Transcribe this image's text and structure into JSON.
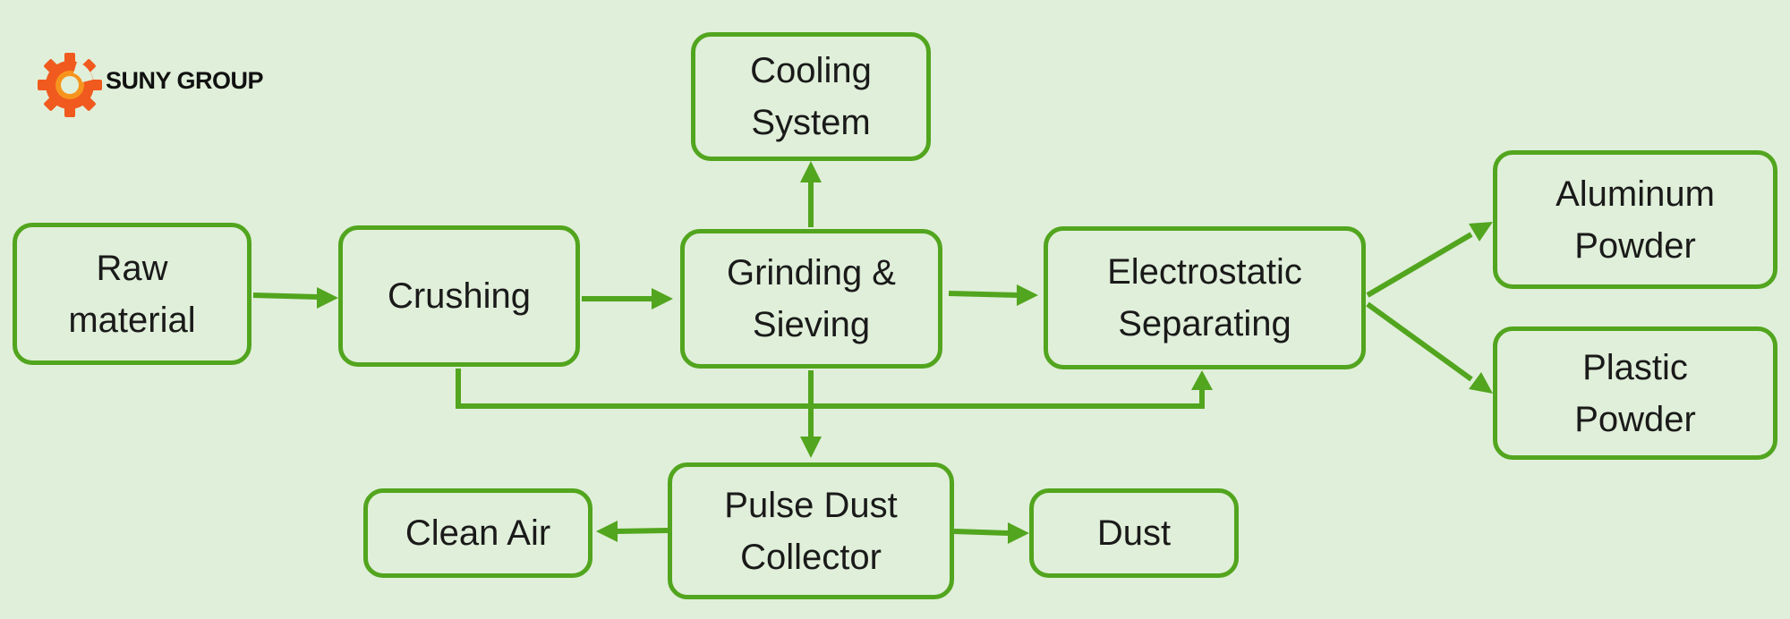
{
  "logo": {
    "text": "SUNY GROUP",
    "gear_color": "#f05a1e",
    "gear_inner_color": "#f7941d"
  },
  "colors": {
    "border": "#52a51e",
    "background": "#e0efd9",
    "text": "#1a1a1a"
  },
  "nodes": {
    "raw_material": {
      "line1": "Raw",
      "line2": "material"
    },
    "crushing": {
      "line1": "Crushing"
    },
    "cooling_system": {
      "line1": "Cooling",
      "line2": "System"
    },
    "grinding_sieving": {
      "line1": "Grinding &",
      "line2": "Sieving"
    },
    "electrostatic_separating": {
      "line1": "Electrostatic",
      "line2": "Separating"
    },
    "aluminum_powder": {
      "line1": "Aluminum",
      "line2": "Powder"
    },
    "plastic_powder": {
      "line1": "Plastic",
      "line2": "Powder"
    },
    "pulse_dust_collector": {
      "line1": "Pulse Dust",
      "line2": "Collector"
    },
    "clean_air": {
      "line1": "Clean Air"
    },
    "dust": {
      "line1": "Dust"
    }
  },
  "edges": [
    {
      "from": "Raw material",
      "to": "Crushing"
    },
    {
      "from": "Crushing",
      "to": "Grinding & Sieving"
    },
    {
      "from": "Grinding & Sieving",
      "to": "Cooling System"
    },
    {
      "from": "Grinding & Sieving",
      "to": "Electrostatic Separating"
    },
    {
      "from": "Crushing",
      "to": "Electrostatic Separating"
    },
    {
      "from": "Electrostatic Separating",
      "to": "Aluminum Powder"
    },
    {
      "from": "Electrostatic Separating",
      "to": "Plastic Powder"
    },
    {
      "from": "Grinding & Sieving",
      "to": "Pulse Dust Collector"
    },
    {
      "from": "Pulse Dust Collector",
      "to": "Clean Air"
    },
    {
      "from": "Pulse Dust Collector",
      "to": "Dust"
    }
  ]
}
